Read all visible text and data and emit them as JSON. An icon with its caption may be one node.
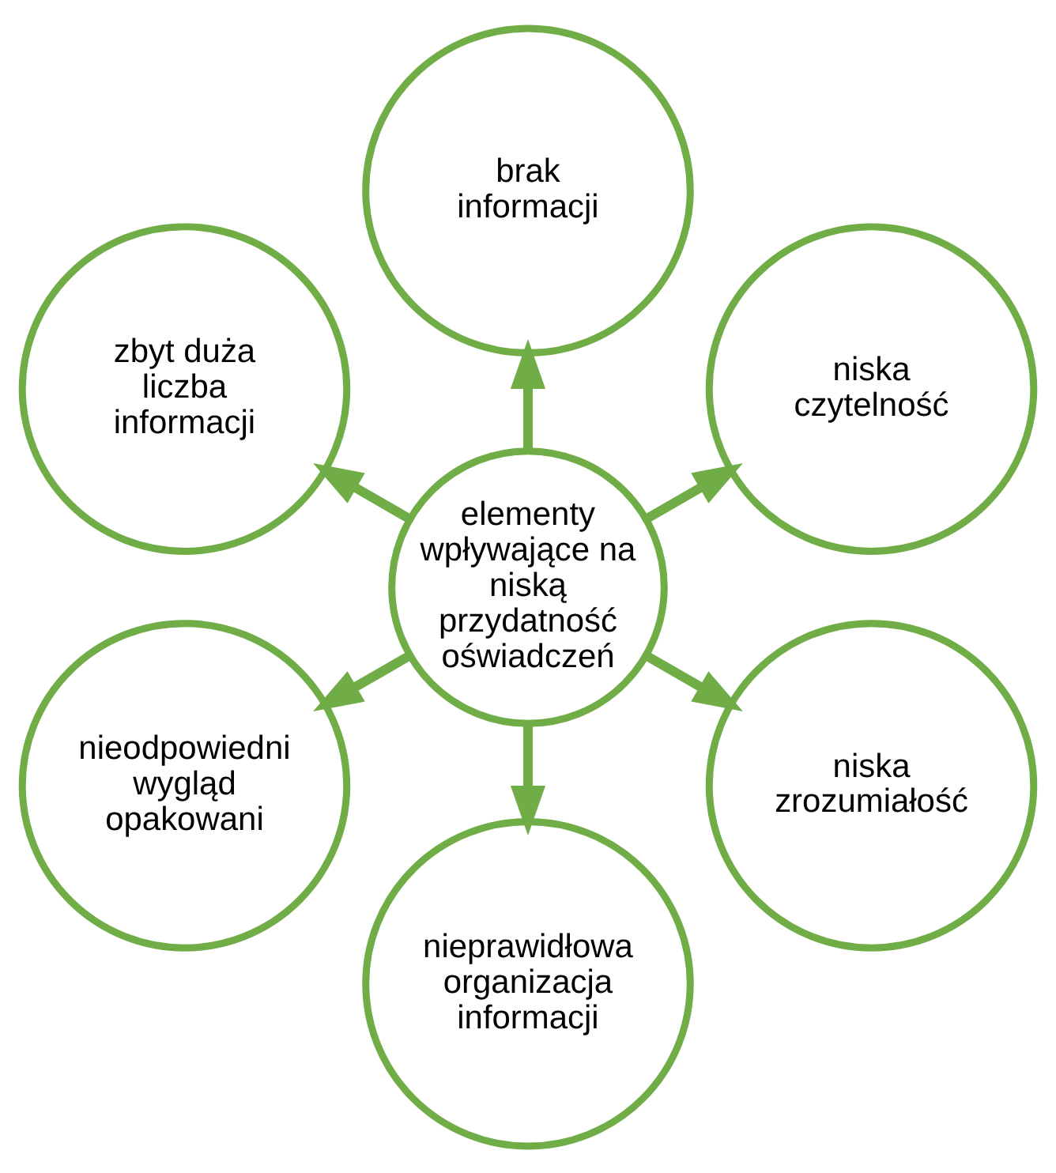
{
  "diagram": {
    "nodes": [
      {
        "text": [
          "niska czytelność"
        ]
      },
      {
        "text": [
          "brak informacji"
        ]
      },
      {
        "text": [
          "zbyt duża liczba informacji"
        ]
      },
      {
        "text": [
          "elementy wpływające na niską przydatność oświadczeń"
        ]
      },
      {
        "text": [
          "nieodpowiedni wygląd opakowani"
        ]
      },
      {
        "text": [
          "nieprawidłowa organizacja informacji"
        ]
      },
      {
        "text": [
          "niska zrozumiałość"
        ]
      }
    ],
    "edges": [
      {
        "from": 3,
        "to": 0,
        "arrow": "to"
      },
      {
        "from": 3,
        "to": 2,
        "arrow": "to"
      },
      {
        "from": 3,
        "to": 5,
        "arrow": "to"
      },
      {
        "from": 3,
        "to": 6,
        "arrow": "to"
      },
      {
        "from": 3,
        "to": 4,
        "arrow": "to"
      },
      {
        "from": 3,
        "to": 1,
        "arrow": "to"
      }
    ]
  }
}
